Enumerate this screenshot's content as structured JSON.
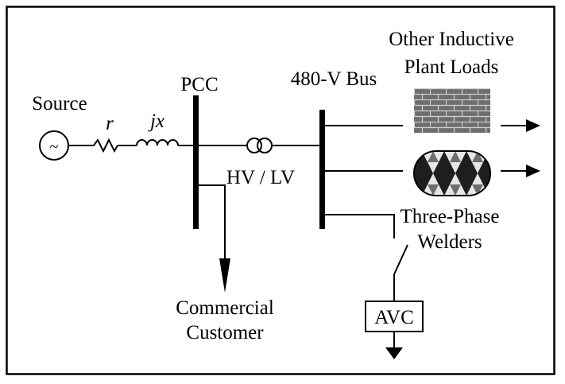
{
  "labels": {
    "source": "Source",
    "r": "r",
    "jx": "jx",
    "pcc": "PCC",
    "bus": "480-V Bus",
    "transformer": "HV / LV",
    "other_loads_line1": "Other Inductive",
    "other_loads_line2": "Plant Loads",
    "welders_line1": "Three-Phase",
    "welders_line2": "Welders",
    "commercial_line1": "Commercial",
    "commercial_line2": "Customer",
    "avc": "AVC",
    "source_symbol": "~"
  }
}
